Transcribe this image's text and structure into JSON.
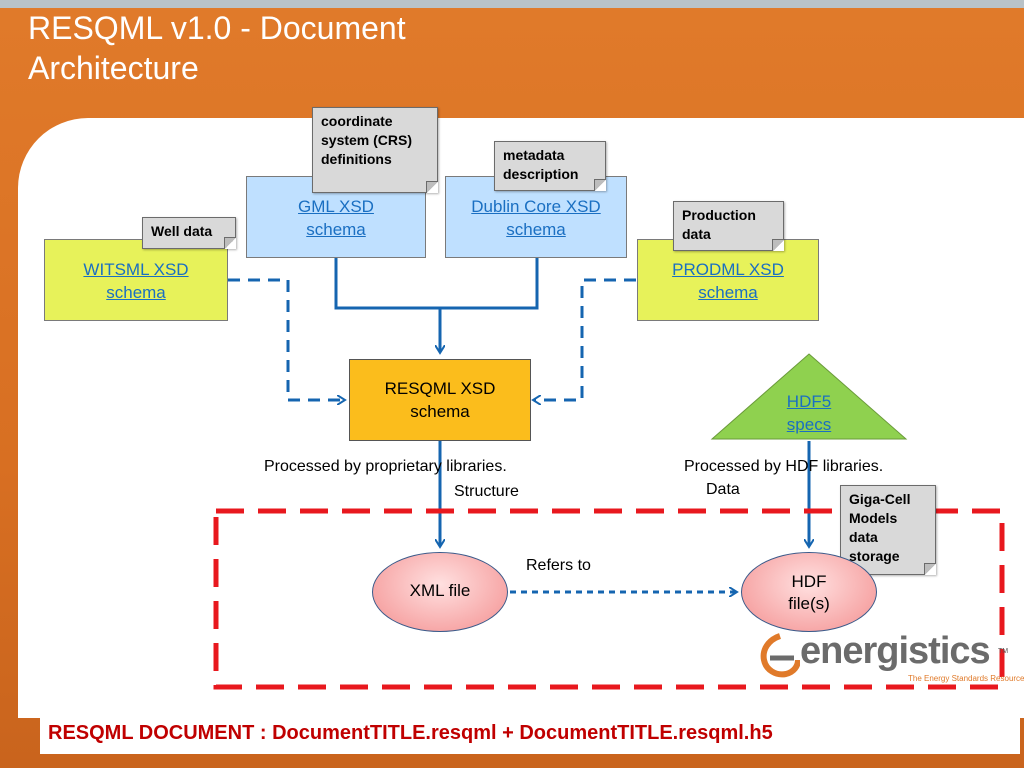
{
  "title": {
    "line1": "RESQML v1.0 - Document",
    "line2": "Architecture"
  },
  "boxes": {
    "witsml": {
      "line1": "WITSML XSD",
      "line2": "schema"
    },
    "gml": {
      "line1": "GML XSD",
      "line2": "schema"
    },
    "dublin": {
      "line1": "Dublin Core XSD",
      "line2": "schema"
    },
    "prodml": {
      "line1": "PRODML XSD",
      "line2": "schema"
    },
    "resqml": {
      "line1": "RESQML XSD",
      "line2": "schema"
    },
    "hdf5": {
      "line1": "HDF5",
      "line2": "specs"
    }
  },
  "notes": {
    "crs": {
      "line1": "coordinate",
      "line2": "system (CRS)",
      "line3": "definitions"
    },
    "metadata": {
      "line1": "metadata",
      "line2": "description"
    },
    "well": {
      "line1": "Well data"
    },
    "production": {
      "line1": "Production",
      "line2": "data"
    },
    "gigacell": {
      "line1": "Giga-Cell",
      "line2": "Models",
      "line3": "data",
      "line4": "storage"
    }
  },
  "labels": {
    "processed_proprietary": "Processed by proprietary libraries.",
    "structure": "Structure",
    "processed_hdf": "Processed by HDF libraries.",
    "data": "Data",
    "refers_to": "Refers to"
  },
  "files": {
    "xml": "XML file",
    "hdf_line1": "HDF",
    "hdf_line2": "file(s)"
  },
  "footer": {
    "text": "RESQML DOCUMENT : DocumentTITLE.resqml   +  DocumentTITLE.resqml.h5"
  },
  "logo": {
    "name": "energistics",
    "tagline": "The Energy Standards Resource Centre",
    "tm": "TM"
  },
  "colors": {
    "accent_orange": "#e07a2a",
    "link_blue": "#1a6fc2",
    "connector_blue": "#1565b0",
    "dashed_red": "#e8181e",
    "footer_red": "#c00000"
  }
}
